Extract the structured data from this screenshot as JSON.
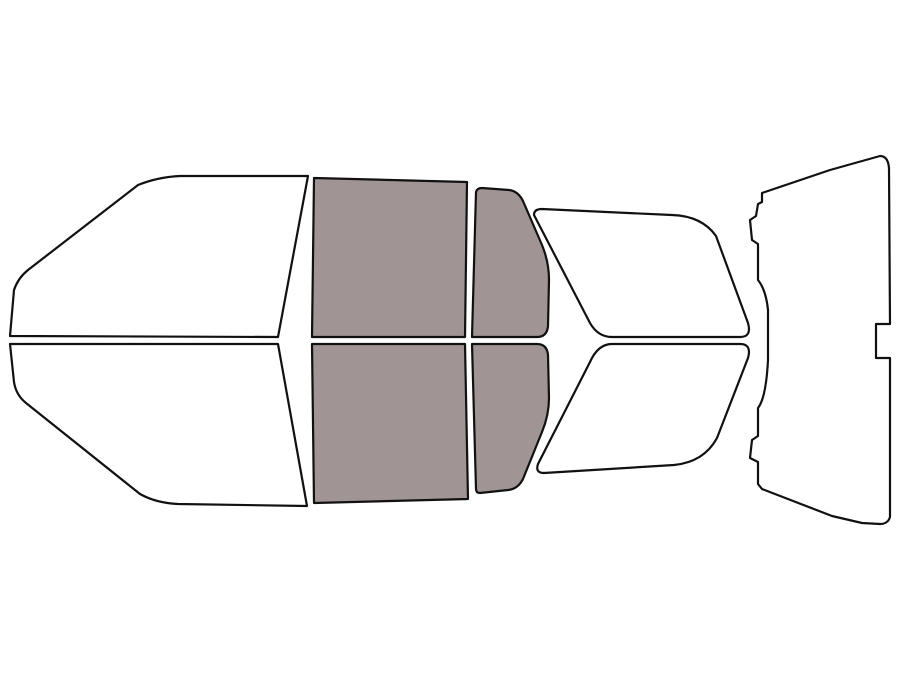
{
  "colors": {
    "background": "#ffffff",
    "outline": "#111111",
    "unselected_fill": "#ffffff",
    "selected_fill": "#a09594"
  },
  "panels": [
    {
      "id": "windshield-upper-half",
      "selected": false
    },
    {
      "id": "windshield-lower-half",
      "selected": false
    },
    {
      "id": "front-door-window-top",
      "selected": true
    },
    {
      "id": "front-door-window-bottom",
      "selected": true
    },
    {
      "id": "rear-door-window-top",
      "selected": true
    },
    {
      "id": "rear-door-window-bottom",
      "selected": true
    },
    {
      "id": "quarter-window-top",
      "selected": false
    },
    {
      "id": "quarter-window-bottom",
      "selected": false
    },
    {
      "id": "rear-window",
      "selected": false
    }
  ]
}
